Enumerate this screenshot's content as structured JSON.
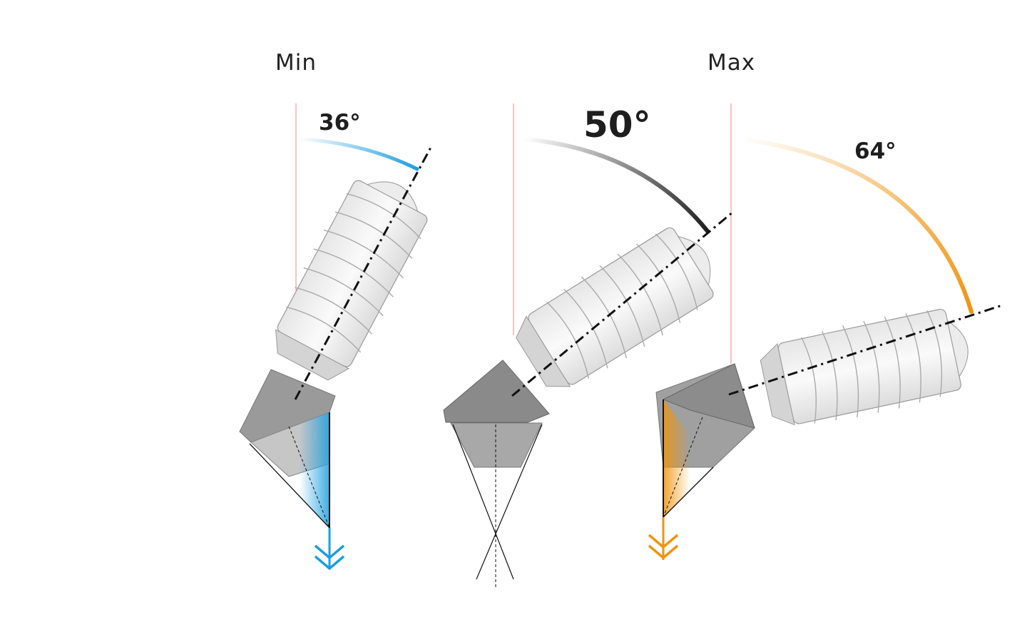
{
  "labels": {
    "min": "Min",
    "max": "Max"
  },
  "angles": [
    {
      "value": 36,
      "text": "36°",
      "color": "#1b9ee0"
    },
    {
      "value": 50,
      "text": "50°",
      "color": "#1e1e1e"
    },
    {
      "value": 64,
      "text": "64°",
      "color": "#f0940f"
    }
  ],
  "icons": [
    "implant-min-icon",
    "implant-mid-icon",
    "implant-max-icon",
    "double-arrow-down-icon"
  ]
}
